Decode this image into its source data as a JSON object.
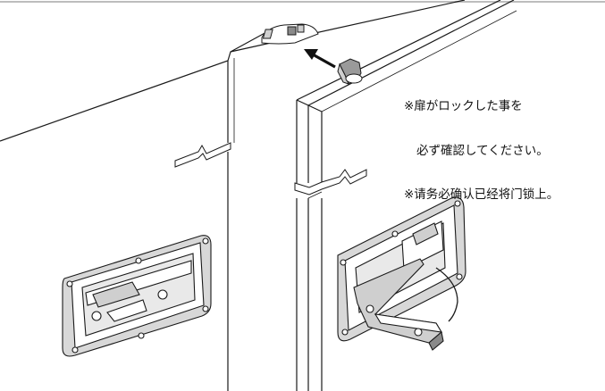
{
  "notes": {
    "line1": "※扉がロックした事を",
    "line2": "必ず確認してください。",
    "line3": "※请务必确认已经将门锁上。"
  },
  "colors": {
    "line": "#1a1a1a",
    "panel_fill": "#ffffff",
    "handle_shade": "#cfcfcf",
    "handle_dark": "#8a8a8a",
    "arrow": "#111111"
  },
  "icons": {
    "arrow": "direction-arrow-icon",
    "latch": "latch-bolt-icon",
    "screw": "screw-icon"
  }
}
